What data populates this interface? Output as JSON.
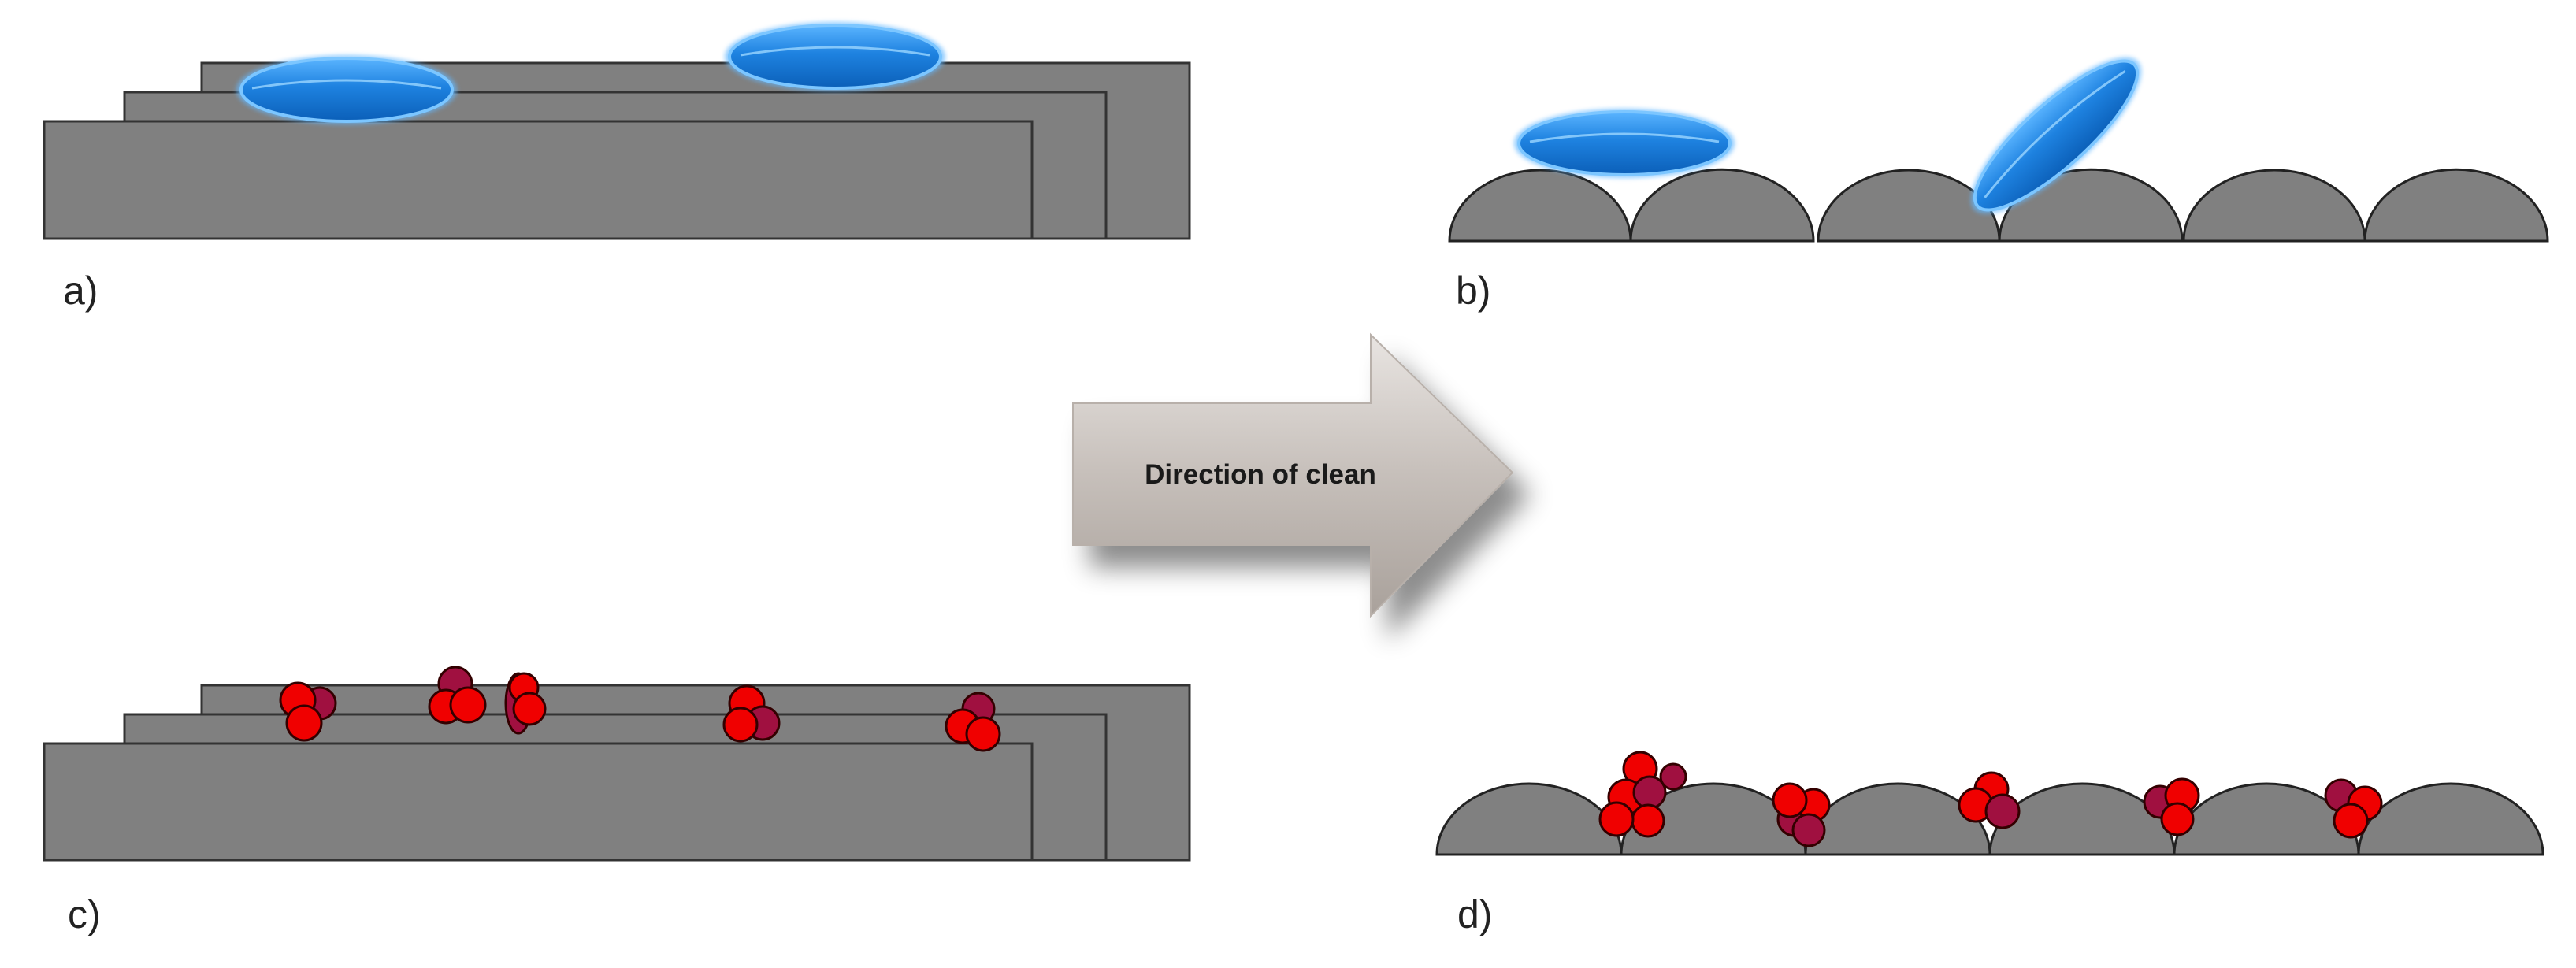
{
  "panels": {
    "a": {
      "label": "a)"
    },
    "b": {
      "label": "b)"
    },
    "c": {
      "label": "c)"
    },
    "d": {
      "label": "d)"
    }
  },
  "arrow": {
    "text": "Direction of clean"
  },
  "colors": {
    "substrate": "#808080",
    "substrate_stroke": "#333333",
    "droplet_blue": "#1f7fd6",
    "particle_red": "#f00000",
    "particle_dark": "#a01040",
    "arrow_fill": "#c7c1bd"
  }
}
